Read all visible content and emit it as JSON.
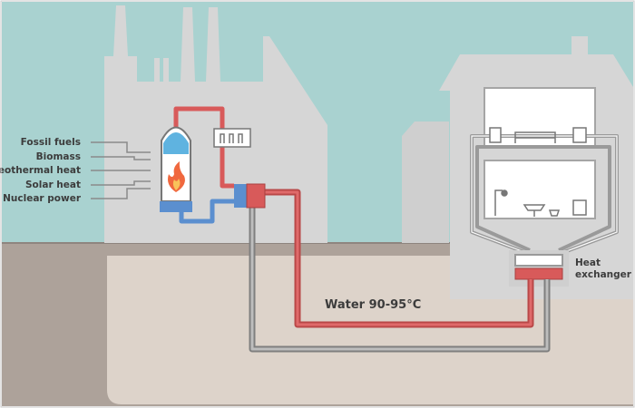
{
  "diagram": {
    "sources": [
      "Fossil fuels",
      "Biomass",
      "Geothermal heat",
      "Solar heat",
      "Nuclear power"
    ],
    "pipe_label": "Water 90-95°C",
    "heat_exchanger_label": [
      "Heat",
      "exchanger"
    ],
    "colors": {
      "sky": "#a9d2d0",
      "building": "#d6d6d6",
      "ground_dark": "#ada29a",
      "ground_light": "#ddd3ca",
      "hot_pipe": "#d85a5a",
      "cold_pipe": "#5b8fcf",
      "return_pipe": "#9a9a9a",
      "flame": "#f0683e",
      "water": "#5fb3e0"
    }
  }
}
